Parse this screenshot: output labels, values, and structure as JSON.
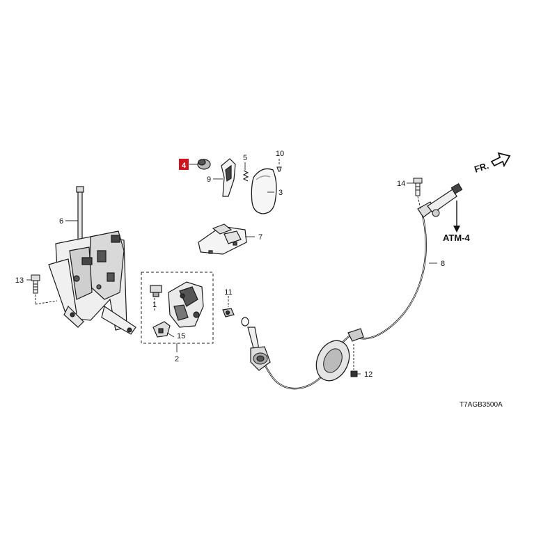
{
  "diagram": {
    "part_labels": {
      "p1": "1",
      "p2": "2",
      "p3": "3",
      "p4": "4",
      "p5": "5",
      "p6": "6",
      "p7": "7",
      "p8": "8",
      "p9": "9",
      "p10": "10",
      "p11": "11",
      "p12": "12",
      "p13": "13",
      "p14": "14",
      "p15": "15"
    },
    "reference": "ATM-4",
    "direction": "FR.",
    "drawing_code": "T7AGB3500A",
    "highlight_color": "#d0141e"
  }
}
